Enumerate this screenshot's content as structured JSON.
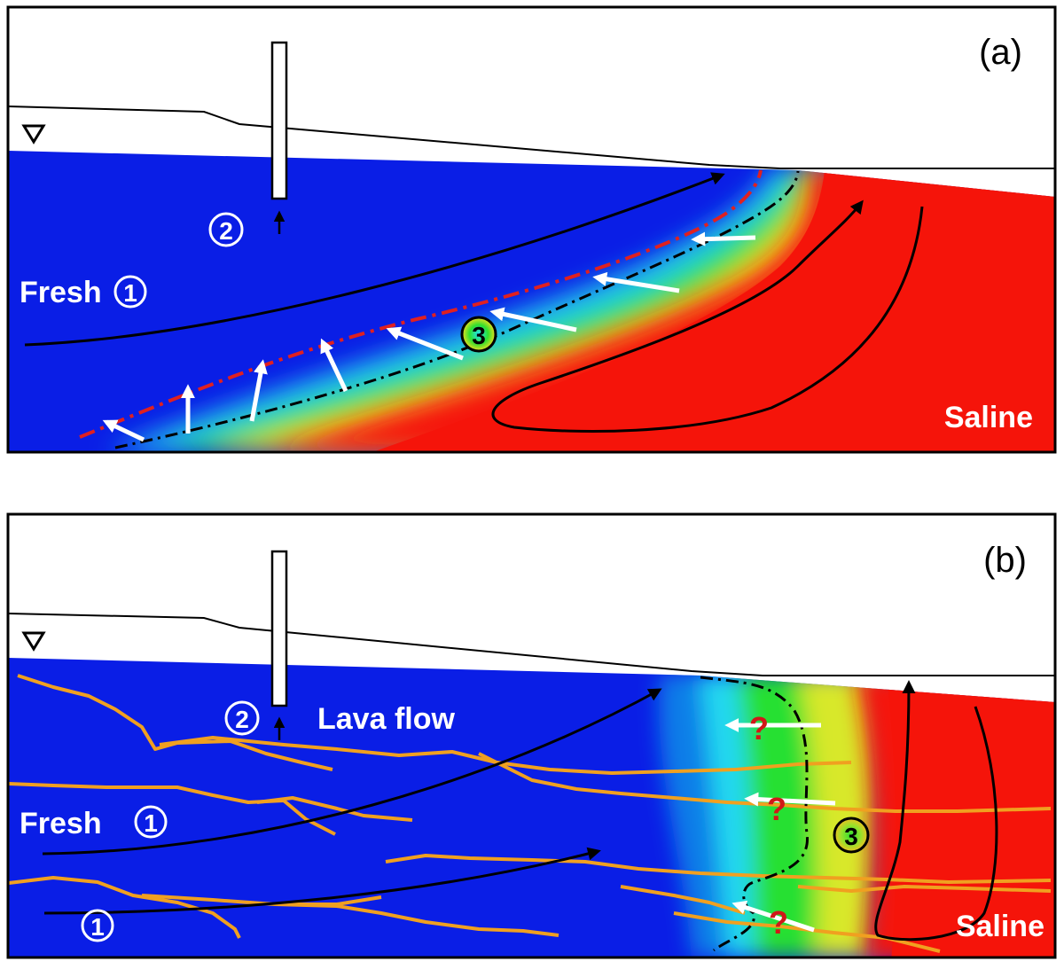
{
  "panels": [
    {
      "id": "a",
      "label": "(a)",
      "fresh_label": "Fresh",
      "saline_label": "Saline",
      "markers": {
        "m1": "1",
        "m2": "2",
        "m3": "3"
      }
    },
    {
      "id": "b",
      "label": "(b)",
      "fresh_label": "Fresh",
      "saline_label": "Saline",
      "lava_label": "Lava flow",
      "question": "?",
      "markers": {
        "m1": "1",
        "m1b": "1",
        "m2": "2",
        "m3": "3"
      }
    }
  ],
  "colors": {
    "fresh": "#0a1ee6",
    "saline": "#f5140a",
    "transition_cyan": "#22d6f0",
    "transition_green": "#1fe01f",
    "transition_yellow": "#f0e82a",
    "lava": "#f0a020",
    "interface_dash": "#e02020",
    "question": "#d01818"
  }
}
